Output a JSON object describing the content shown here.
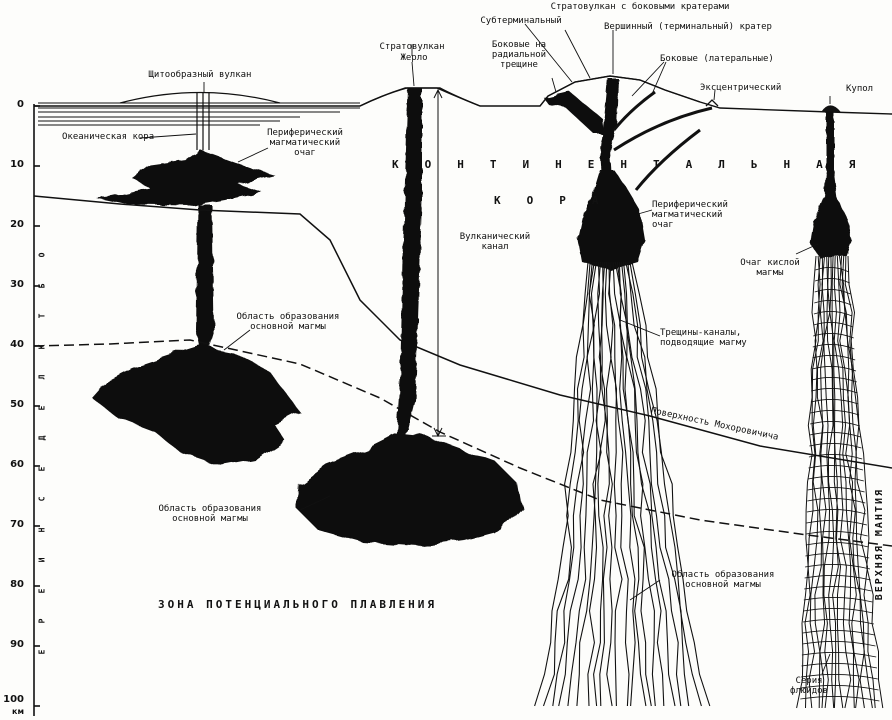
{
  "depth_axis": {
    "ticks": [
      "0",
      "10",
      "20",
      "30",
      "40",
      "50",
      "60",
      "70",
      "80",
      "90",
      "100"
    ],
    "unit": "км",
    "letters": [
      "О",
      "Б",
      "Т",
      "К",
      "Л",
      "Е",
      "Д",
      "Е",
      "С",
      "Н",
      "И",
      "Е",
      "Р",
      "Е"
    ]
  },
  "labels": {
    "shield_volcano": "Щитообразный вулкан",
    "oceanic_crust": "Океаническая кора",
    "peripheral_chamber_left": "Периферический\nмагматический\nочаг",
    "basic_magma_region_left": "Область образования\nосновной магмы",
    "stratovolcano": "Стратовулкан",
    "vent": "Жерло",
    "volcanic_channel": "Вулканический\nканал",
    "basic_magma_region_center": "Область образования\nосновной магмы",
    "stratovolcano_side_craters": "Стратовулкан с боковыми кратерами",
    "subterminal": "Субтерминальный",
    "summit_crater": "Вершинный (терминальный) кратер",
    "radial_fissure_side": "Боковые на\nрадиальной\nтрещине",
    "lateral": "Боковые (латеральные)",
    "eccentric": "Эксцентрический",
    "dome": "Купол",
    "peripheral_chamber_right": "Периферический\nмагматический\nочаг",
    "acid_magma_chamber": "Очаг кислой\nмагмы",
    "fissure_channels": "Трещины-каналы,\nподводящие магму",
    "moho_surface": "Поверхность Мохоровичича",
    "basic_magma_region_right": "Область образования\nосновной магмы",
    "fluid_series": "Серия\nфлюидов",
    "potential_melting_zone": "ЗОНА ПОТЕНЦИАЛЬНОГО ПЛАВЛЕНИЯ",
    "continental_crust_line1": "КОНТИНЕНТАЛЬНАЯ",
    "continental_crust_line2": "КОРА",
    "upper_mantle": "ВЕРХНЯЯ МАНТИЯ"
  }
}
